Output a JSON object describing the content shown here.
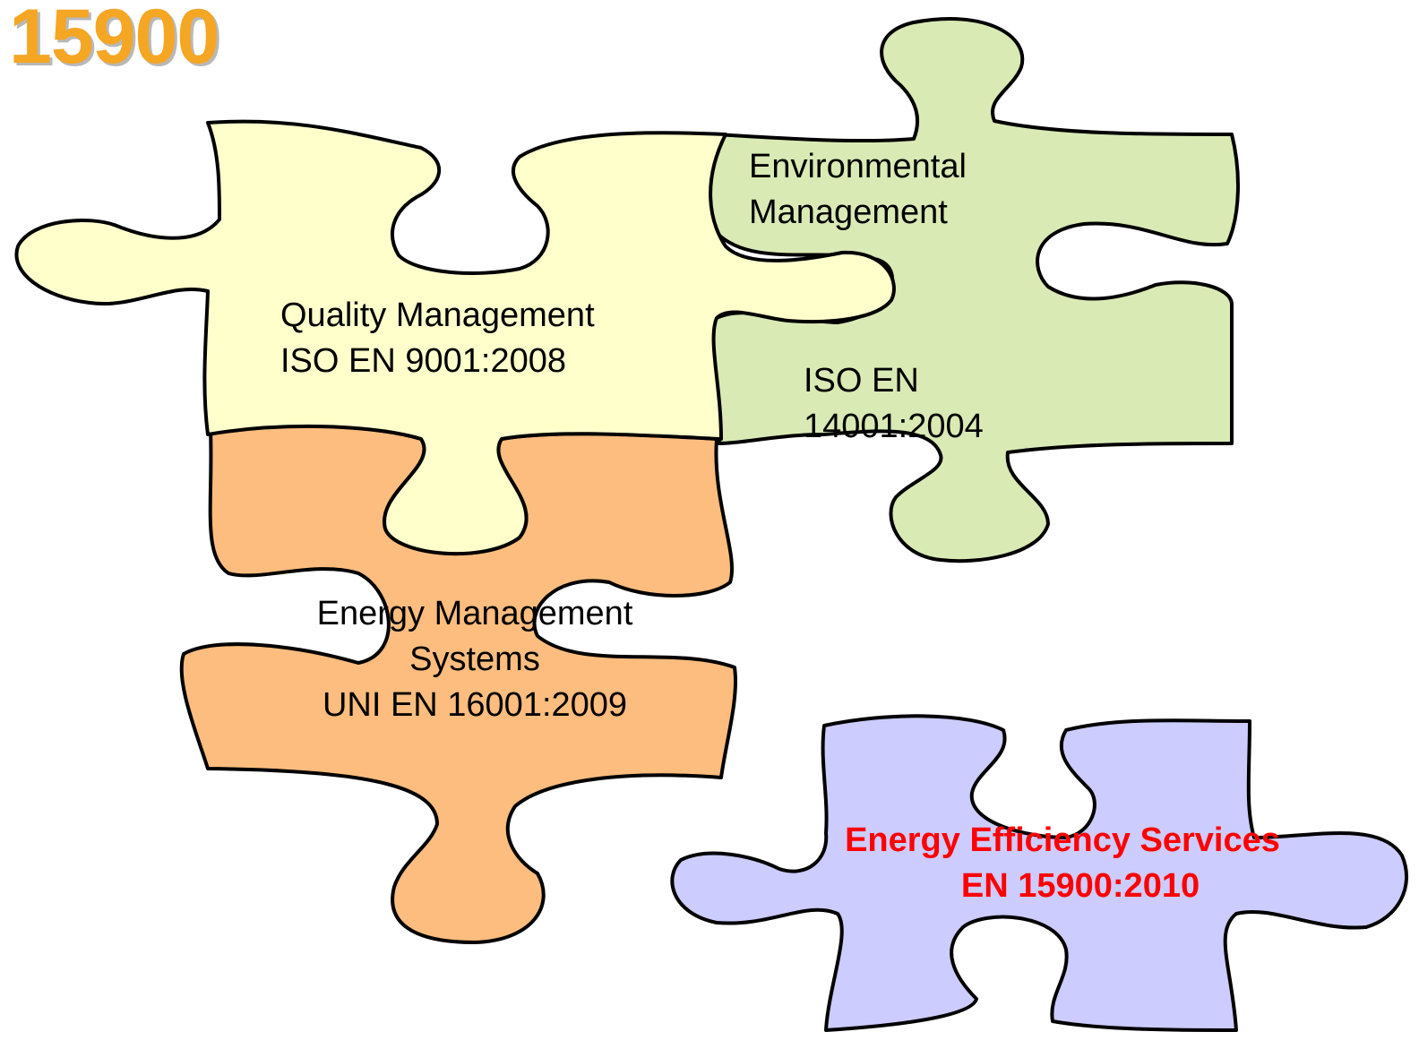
{
  "title": "15900",
  "colors": {
    "title": "#f5a623",
    "quality_piece": "#ffffcc",
    "environmental_piece": "#d9eab5",
    "energy_mgmt_piece": "#fcbd7e",
    "efficiency_piece": "#ccccff",
    "highlight_text": "#ff0000"
  },
  "pieces": {
    "quality": {
      "line1": "Quality Management",
      "line2": "ISO EN 9001:2008"
    },
    "environmental": {
      "line1": "Environmental",
      "line2": "Management",
      "line3": "ISO EN",
      "line4": "14001:2004"
    },
    "energy_management": {
      "line1": "Energy Management",
      "line2": "Systems",
      "line3": "UNI EN 16001:2009"
    },
    "efficiency": {
      "line1": "Energy Efficiency Services",
      "line2": "EN 15900:2010"
    }
  }
}
